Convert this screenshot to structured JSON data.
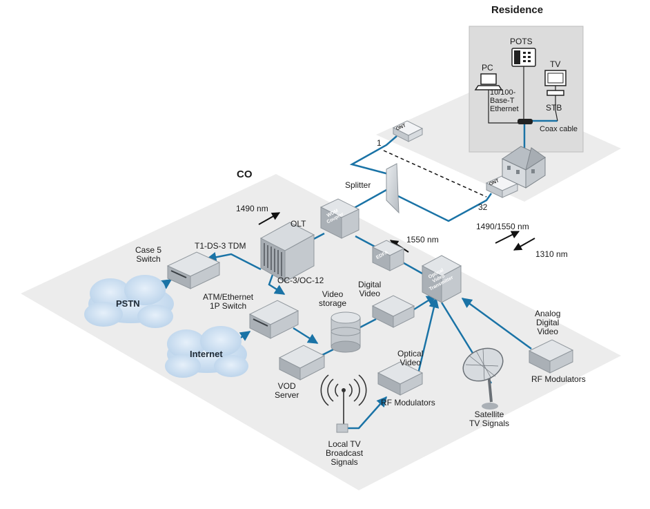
{
  "titles": {
    "residence": "Residence",
    "co": "CO"
  },
  "residence": {
    "pots": "POTS",
    "pc": "PC",
    "tv": "TV",
    "ethernet": [
      "10/100-",
      "Base-T",
      "Ethernet"
    ],
    "stb": "STB",
    "coax": "Coax cable"
  },
  "ont": {
    "top_badge": "ONT",
    "bottom_badge": "ONT"
  },
  "splitter": {
    "label": "Splitter",
    "port_first": "1",
    "port_last": "32"
  },
  "wavelengths": {
    "down_1490": "1490 nm",
    "down_1550": "1550 nm",
    "combined": "1490/1550 nm",
    "up_1310": "1310 nm"
  },
  "co": {
    "olt": "OLT",
    "wdm_coupler": [
      "WDM",
      "Coupler"
    ],
    "edfa": "EDFA",
    "optical_video_transmitter": [
      "Optical",
      "Video",
      "Transmitter"
    ],
    "t1_tdm": "T1-DS-3 TDM",
    "oc": "OC-3/OC-12",
    "case5_switch": [
      "Case 5",
      "Switch"
    ],
    "atm_switch": [
      "ATM/Ethernet",
      "1P Switch"
    ],
    "pstn": "PSTN",
    "internet": "Internet",
    "vod_server": [
      "VOD",
      "Server"
    ],
    "video_storage": [
      "Video",
      "storage"
    ],
    "digital_video": [
      "Digital",
      "Video"
    ],
    "optical_video": [
      "Optical",
      "Video"
    ],
    "rf_modulators_left": "RF Modulators",
    "rf_modulators_right": "RF Modulators",
    "analog_digital_video": [
      "Analog",
      "Digital",
      "Video"
    ],
    "satellite": [
      "Satellite",
      "TV Signals"
    ],
    "local_tv": [
      "Local TV",
      "Broadcast",
      "Signals"
    ]
  },
  "colors": {
    "fiber": "#1a73a6",
    "device": "#c9ced3",
    "platform": "#ececec",
    "cloud": "#c7dcef"
  }
}
